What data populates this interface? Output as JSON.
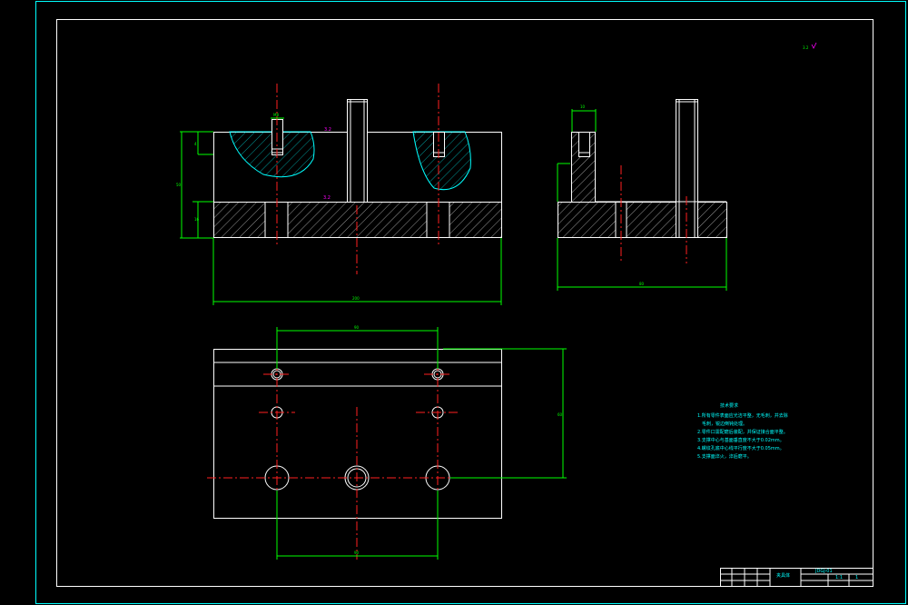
{
  "dimensions": {
    "left_total_height": "50",
    "left_top_offset": "4",
    "left_bottom_height": "16",
    "left_bolt_width": "M8",
    "left_width": "200",
    "right_slot_width": "10",
    "right_width": "80",
    "plan_top_width": "90",
    "plan_bottom_width": "90",
    "plan_height": "60"
  },
  "roughness": {
    "top": "3.2",
    "mid": "3.2",
    "corner": "3.2"
  },
  "notes": {
    "title": "技术要求",
    "lines": [
      "1.所有零件表面应光洁平整，无毛刺，并去除",
      "毛刺，锐边倒钝处理。",
      "2.零件口需配磨后装配，并保证接合面平整。",
      "3.支撑中心与基面垂直度不大于0.02mm。",
      "4.螺纹孔底中心线平行度不大于0.05mm。",
      "5.支撑面淬火，淬后磨平。"
    ]
  },
  "title_block": {
    "part_name": "夹具体",
    "drawing_no": "JDGJ-01",
    "scale": "1:1",
    "sheet": "1"
  }
}
